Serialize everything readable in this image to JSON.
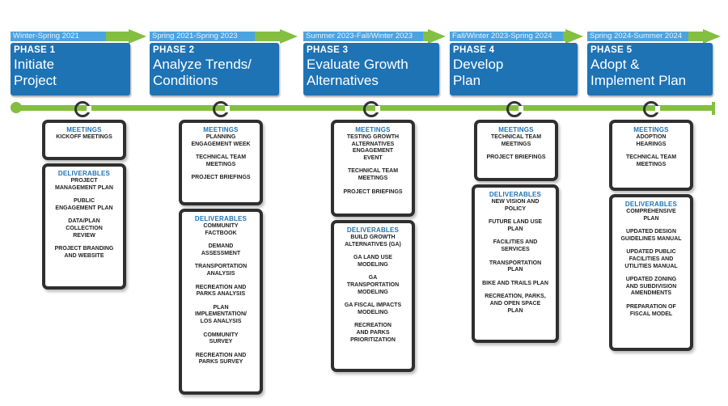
{
  "colors": {
    "phase_blue": "#1e73b5",
    "timeline_green": "#84bf41",
    "heading_blue": "#1e73b5",
    "card_border": "#2f2f2f"
  },
  "phases": [
    {
      "dates": "Winter-Spring 2021",
      "number": "PHASE 1",
      "name": "Initiate\nProject",
      "meetings_title": "MEETINGS",
      "meetings": [
        "KICKOFF MEETINGS"
      ],
      "deliverables_title": "DELIVERABLES",
      "deliverables": [
        "PROJECT\nMANAGEMENT PLAN",
        "PUBLIC\nENGAGEMENT PLAN",
        "DATA/PLAN\nCOLLECTION\nREVIEW",
        "PROJECT BRANDING\nAND WEBSITE"
      ]
    },
    {
      "dates": "Spring 2021-Spring 2023",
      "number": "PHASE 2",
      "name": "Analyze Trends/\nConditions",
      "meetings_title": "MEETINGS",
      "meetings": [
        "PLANNING\nENGAGEMENT WEEK",
        "TECHNICAL TEAM\nMEETINGS",
        "PROJECT BRIEFINGS"
      ],
      "deliverables_title": "DELIVERABLES",
      "deliverables": [
        "COMMUNITY\nFACTBOOK",
        "DEMAND\nASSESSMENT",
        "TRANSPORTATION\nANALYSIS",
        "RECREATION AND\nPARKS ANALYSIS",
        "PLAN\nIMPLEMENTATION/\nLOS ANALYSIS",
        "COMMUNITY\nSURVEY",
        "RECREATION AND\nPARKS SURVEY"
      ]
    },
    {
      "dates": "Summer 2023-Fall/Winter 2023",
      "number": "PHASE 3",
      "name": "Evaluate Growth\nAlternatives",
      "meetings_title": "MEETINGS",
      "meetings": [
        "TESTING GROWTH\nALTERNATIVES\nENGAGEMENT\nEVENT",
        "TECHNICAL TEAM\nMEETINGS",
        "PROJECT BRIEFINGS"
      ],
      "deliverables_title": "DELIVERABLES",
      "deliverables": [
        "BUILD GROWTH\nALTERNATIVES (GA)",
        "GA LAND USE\nMODELING",
        "GA\nTRANSPORTATION\nMODELING",
        "GA FISCAL IMPACTS\nMODELING",
        "RECREATION\nAND PARKS\nPRIORITIZATION"
      ]
    },
    {
      "dates": "Fall/Winter 2023-Spring 2024",
      "number": "PHASE 4",
      "name": "Develop\nPlan",
      "meetings_title": "MEETINGS",
      "meetings": [
        "TECHNICAL TEAM\nMEETINGS",
        "PROJECT BRIEFINGS"
      ],
      "deliverables_title": "DELIVERABLES",
      "deliverables": [
        "NEW VISION AND\nPOLICY",
        "FUTURE LAND USE\nPLAN",
        "FACILITIES AND\nSERVICES",
        "TRANSPORTATION\nPLAN",
        "BIKE AND TRAILS PLAN",
        "RECREATION, PARKS,\nAND OPEN SPACE\nPLAN"
      ]
    },
    {
      "dates": "Spring 2024-Summer 2024",
      "number": "PHASE 5",
      "name": "Adopt &\nImplement Plan",
      "meetings_title": "MEETINGS",
      "meetings": [
        "ADOPTION\nHEARINGS",
        "TECHNICAL TEAM\nMEETINGS"
      ],
      "deliverables_title": "DELIVERABLES",
      "deliverables": [
        "COMPREHENSIVE\nPLAN",
        "UPDATED DESIGN\nGUIDELINES MANUAL",
        "UPDATED PUBLIC\nFACILITIES AND\nUTILITIES MANUAL",
        "UPDATED ZONING\nAND SUBDIVISION\nAMENDMENTS",
        "PREPARATION OF\nFISCAL MODEL"
      ]
    }
  ]
}
